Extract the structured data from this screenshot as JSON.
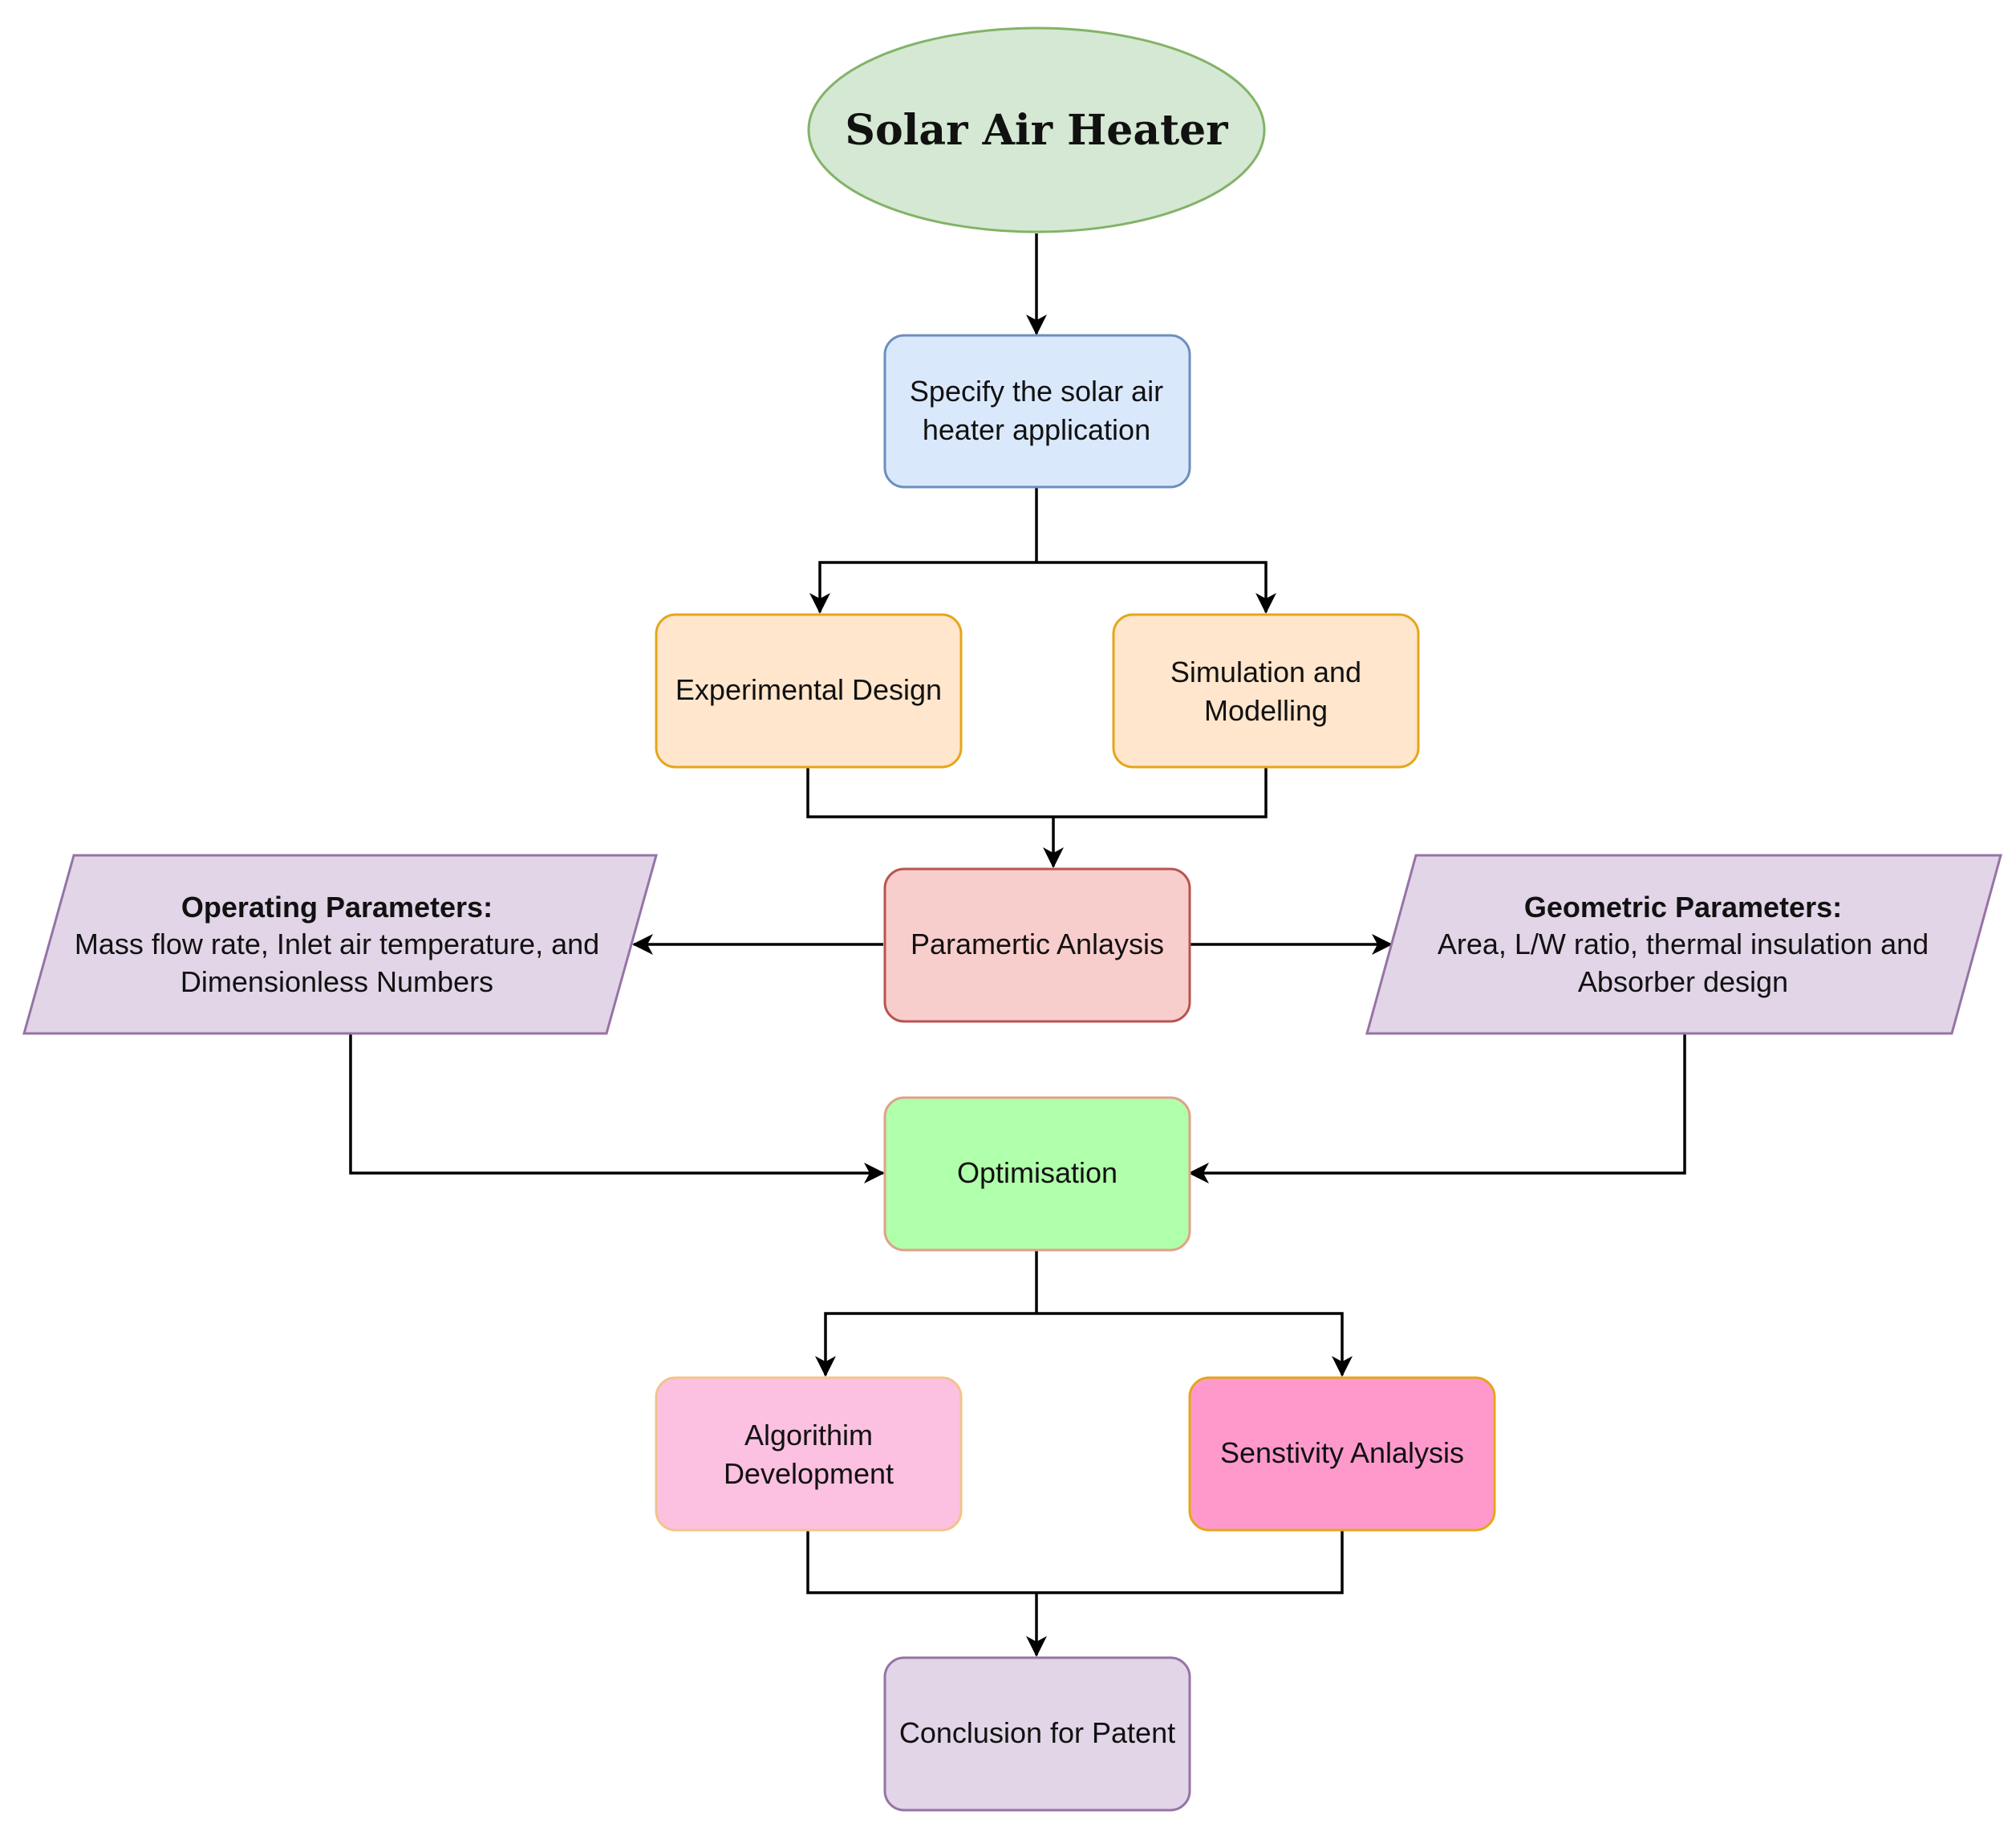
{
  "nodes": {
    "title": {
      "label": "Solar Air Heater",
      "fill": "#d5e8d4",
      "stroke": "#82b366"
    },
    "specify": {
      "line1": "Specify the solar air",
      "line2": "heater application",
      "fill": "#dae8fc",
      "stroke": "#6c8ebf"
    },
    "experimental": {
      "label": "Experimental Design",
      "fill": "#ffe6cc",
      "stroke": "#e5a619"
    },
    "simulation": {
      "line1": "Simulation and",
      "line2": "Modelling",
      "fill": "#ffe6cc",
      "stroke": "#e5a619"
    },
    "parametric": {
      "label": "Paramertic Anlaysis",
      "fill": "#f8cecc",
      "stroke": "#b85450"
    },
    "operating": {
      "heading": "Operating Parameters:",
      "line1": "Mass flow rate, Inlet air temperature, and",
      "line2": "Dimensionless Numbers",
      "fill": "#e1d5e7",
      "stroke": "#9673a6"
    },
    "geometric": {
      "heading": "Geometric Parameters:",
      "line1": "Area, L/W ratio, thermal insulation and",
      "line2": "Absorber design",
      "fill": "#e1d5e7",
      "stroke": "#9673a6"
    },
    "optimisation": {
      "label": "Optimisation",
      "fill": "#b0ffaa",
      "stroke": "#e0a08a"
    },
    "algorithm": {
      "line1": "Algorithim",
      "line2": "Development",
      "fill": "#fcc0e0",
      "stroke": "#f2c38a"
    },
    "sensitivity": {
      "label": "Senstivity Anlalysis",
      "fill": "#ff99cc",
      "stroke": "#e5a619"
    },
    "conclusion": {
      "label": "Conclusion for Patent",
      "fill": "#e1d5e7",
      "stroke": "#9673a6"
    }
  }
}
